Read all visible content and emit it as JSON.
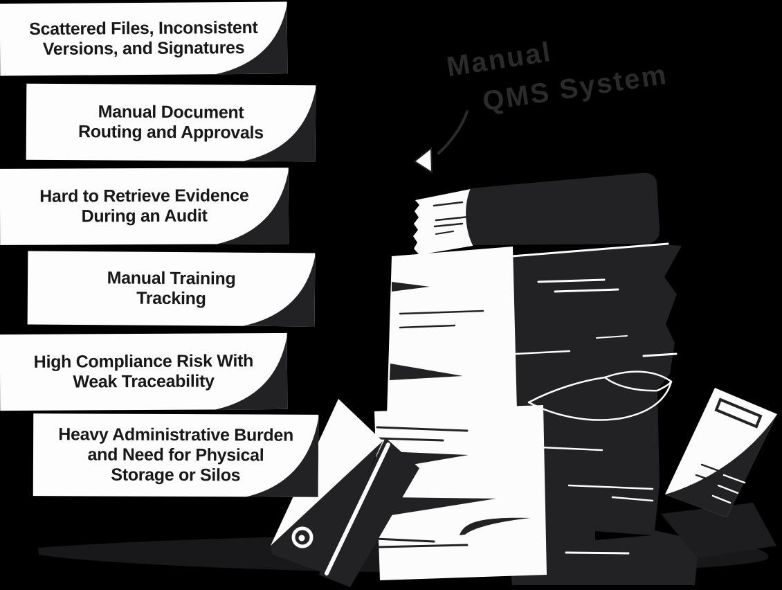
{
  "title": {
    "line1": "Manual",
    "line2": "QMS System"
  },
  "problems": [
    {
      "label": "Scattered Files, Inconsistent\nVersions, and Signatures"
    },
    {
      "label": "Manual Document\nRouting and Approvals"
    },
    {
      "label": "Hard to Retrieve Evidence\nDuring an Audit"
    },
    {
      "label": "Manual Training\nTracking"
    },
    {
      "label": "High Compliance Risk With\nWeak Traceability"
    },
    {
      "label": "Heavy Administrative Burden\nand Need for Physical\nStorage or Silos"
    }
  ],
  "colors": {
    "background": "#000000",
    "card": "#fdfdfd",
    "card_text": "#18181a",
    "ink": "#222225",
    "title_text": "#2b2b2d",
    "ground_shadow": "#18181a",
    "white": "#fcfcfc"
  },
  "illustration": {
    "subject": "stack of paper documents, binders and loose sheets"
  }
}
